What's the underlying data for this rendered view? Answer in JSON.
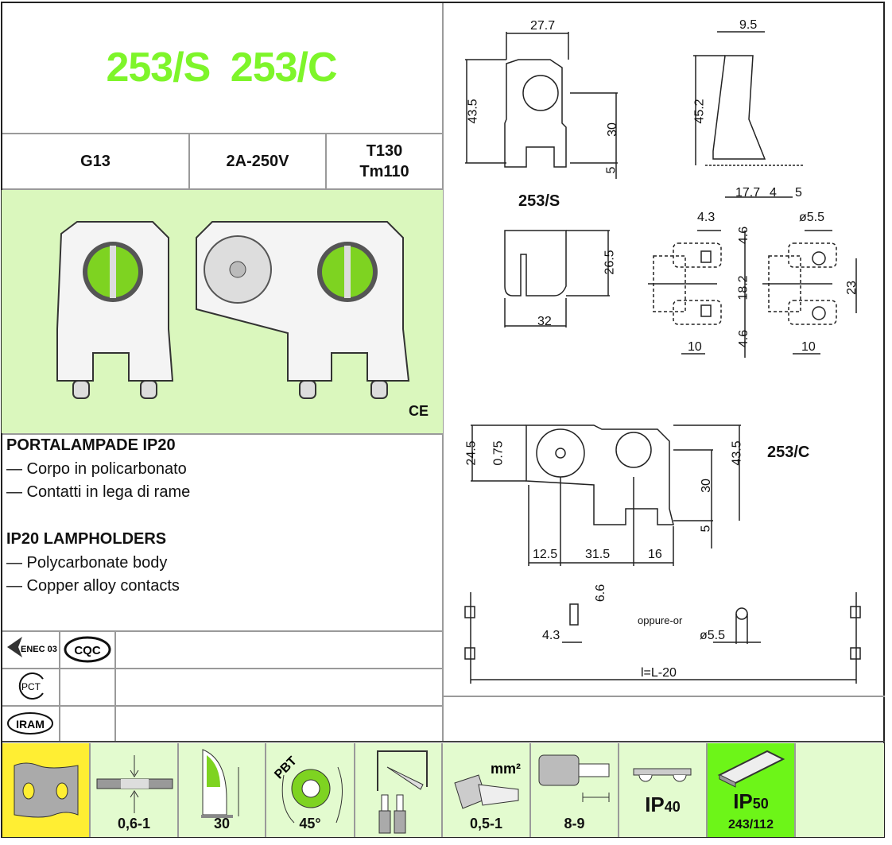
{
  "title": "253/S  253/C",
  "specs": {
    "socket": "G13",
    "rating": "2A-250V",
    "temp1": "T130",
    "temp2": "Tm110"
  },
  "ce_mark": "CE",
  "description": {
    "it_heading": "PORTALAMPADE IP20",
    "it_lines": [
      "— Corpo in policarbonato",
      "— Contatti in lega di rame"
    ],
    "en_heading": "IP20 LAMPHOLDERS",
    "en_lines": [
      "— Polycarbonate body",
      "— Copper alloy contacts"
    ]
  },
  "certifications": [
    "ENEC 03",
    "CQC",
    "PCT",
    "IRAM"
  ],
  "drawings": {
    "s_label": "253/S",
    "c_label": "253/C",
    "dims": {
      "w277": "27.7",
      "h435": "43.5",
      "h30": "30",
      "h5": "5",
      "w95": "9.5",
      "h452": "45.2",
      "d177": "17.7",
      "d4": "4",
      "d5": "5",
      "d43": "4.3",
      "d46a": "4.6",
      "d182": "18.2",
      "d46b": "4.6",
      "d10a": "10",
      "d55": "ø5.5",
      "d23": "23",
      "d10b": "10",
      "h265": "26.5",
      "w32": "32",
      "c245": "24.5",
      "c075": "0.75",
      "c30": "30",
      "c435": "43.5",
      "c5": "5",
      "c125": "12.5",
      "c315": "31.5",
      "c16": "16",
      "f66": "6.6",
      "f43": "4.3",
      "or": "oppure-or",
      "f55": "ø5.5",
      "fl": "l=L-20"
    }
  },
  "features": [
    {
      "icon": "bar-mount-icon",
      "caption": ""
    },
    {
      "icon": "panel-thickness-icon",
      "caption": "0,6-1"
    },
    {
      "icon": "height-icon",
      "caption": "30"
    },
    {
      "icon": "rotation-pbt-icon",
      "caption": "45°",
      "label": "PBT"
    },
    {
      "icon": "push-wire-icon",
      "caption": ""
    },
    {
      "icon": "wire-section-icon",
      "caption": "0,5-1",
      "label": "mm²"
    },
    {
      "icon": "strip-length-icon",
      "caption": "8-9"
    },
    {
      "icon": "ip40-icon",
      "caption": "",
      "ip": "IP",
      "ipnum": "40"
    },
    {
      "icon": "ip50-icon",
      "caption": "243/112",
      "ip": "IP",
      "ipnum": "50"
    }
  ],
  "colors": {
    "accent": "#7ef52a",
    "photo_bg": "#daf7bd",
    "feature_bg": "#e3fbcf",
    "yellow": "#ffee33",
    "ip50_bg": "#6df518"
  }
}
